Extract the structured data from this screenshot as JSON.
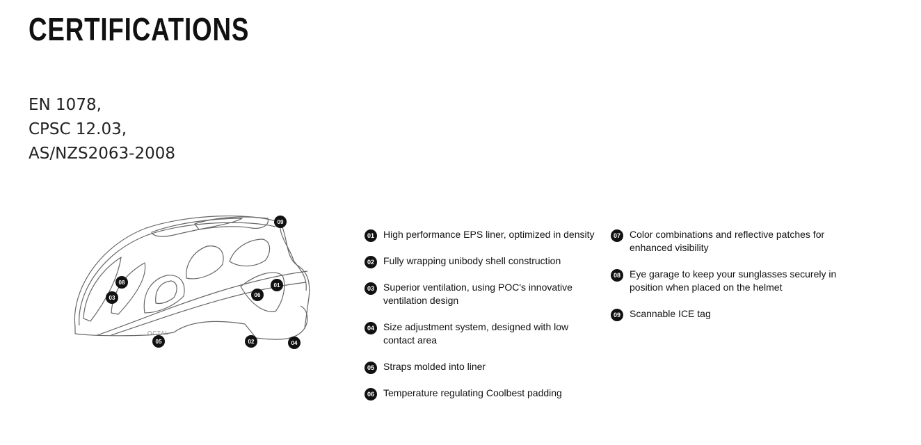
{
  "heading": "CERTIFICATIONS",
  "certifications": [
    "EN 1078,",
    "CPSC 12.03,",
    "AS/NZS2063-2008"
  ],
  "helmet": {
    "logo_text": "OCTAL",
    "callouts": [
      "09",
      "08",
      "03",
      "06",
      "01",
      "05",
      "02",
      "04"
    ]
  },
  "features": [
    {
      "num": "01",
      "text": "High performance EPS liner, optimized in density"
    },
    {
      "num": "02",
      "text": "Fully wrapping unibody shell construction"
    },
    {
      "num": "03",
      "text": "Superior ventilation, using POC's innovative ventilation design"
    },
    {
      "num": "04",
      "text": "Size adjustment system, designed with low contact area"
    },
    {
      "num": "05",
      "text": "Straps molded into liner"
    },
    {
      "num": "06",
      "text": "Temperature regulating Coolbest padding"
    },
    {
      "num": "07",
      "text": "Color combinations and reflective patches for enhanced visibility"
    },
    {
      "num": "08",
      "text": "Eye garage to keep your sunglasses securely in position when placed on the helmet"
    },
    {
      "num": "09",
      "text": "Scannable ICE tag"
    }
  ]
}
